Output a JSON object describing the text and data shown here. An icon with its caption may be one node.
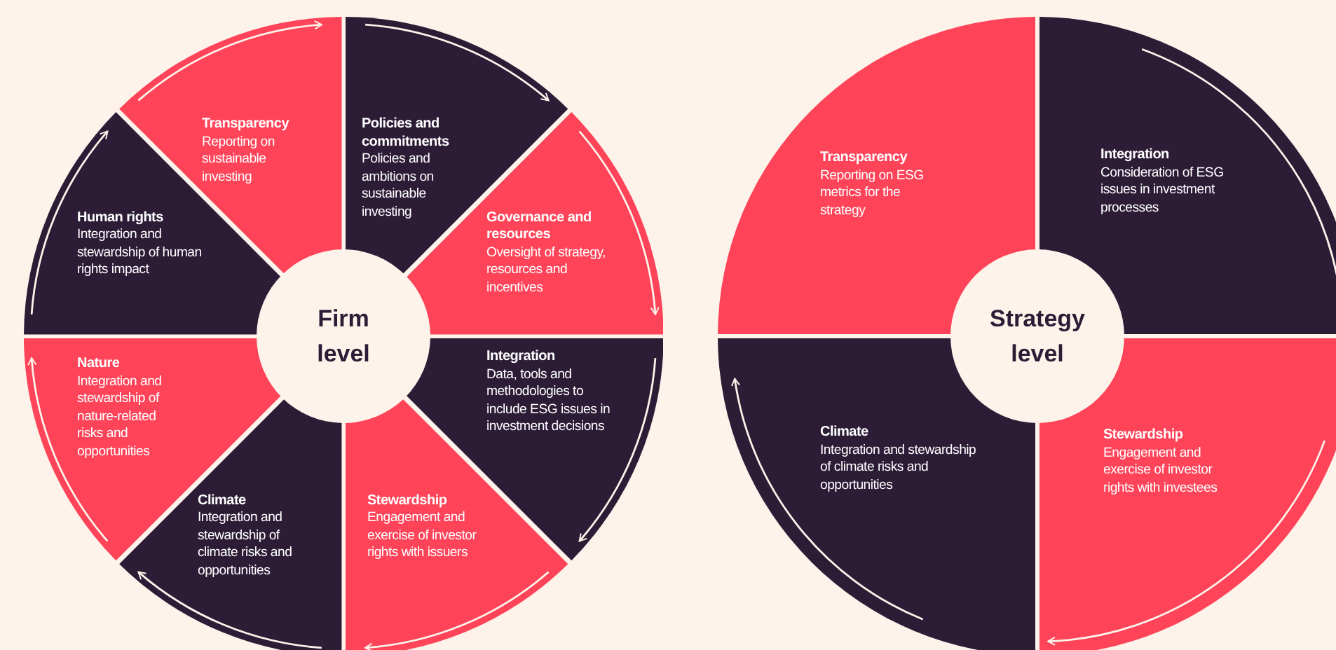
{
  "diagram": {
    "nodes": [
      {
        "text": [
          "Firm level"
        ]
      },
      {
        "text": [
          "Policies and commitments",
          "Policies and ambitions on sustainable investing"
        ]
      },
      {
        "text": [
          "Governance and resources",
          "Oversight of strategy, resources and incentives"
        ]
      },
      {
        "text": [
          "Integration",
          "Data, tools and methodologies to include ESG issues in investment decisions"
        ]
      },
      {
        "text": [
          "Stewardship",
          "Engagement and exercise of investor rights with issuers"
        ]
      },
      {
        "text": [
          "Climate",
          "Integration and stewardship of climate risks and opportunities"
        ]
      },
      {
        "text": [
          "Nature",
          "Integration and stewardship of nature-related risks and opportunities"
        ]
      },
      {
        "text": [
          "Human rights",
          "Integration and stewardship of human rights impact"
        ]
      },
      {
        "text": [
          "Transparency",
          "Reporting on sustainable investing"
        ]
      },
      {
        "text": [
          "Strategy level"
        ]
      },
      {
        "text": [
          "Transparency",
          "Reporting on ESG metrics for the strategy"
        ]
      },
      {
        "text": [
          "Integration",
          "Consideration of ESG issues in investment processes"
        ]
      },
      {
        "text": [
          "Stewardship",
          "Engagement and exercise of investor rights with investees"
        ]
      },
      {
        "text": [
          "Climate",
          "Integration and stewardship of climate risks and opportunities"
        ]
      }
    ]
  }
}
